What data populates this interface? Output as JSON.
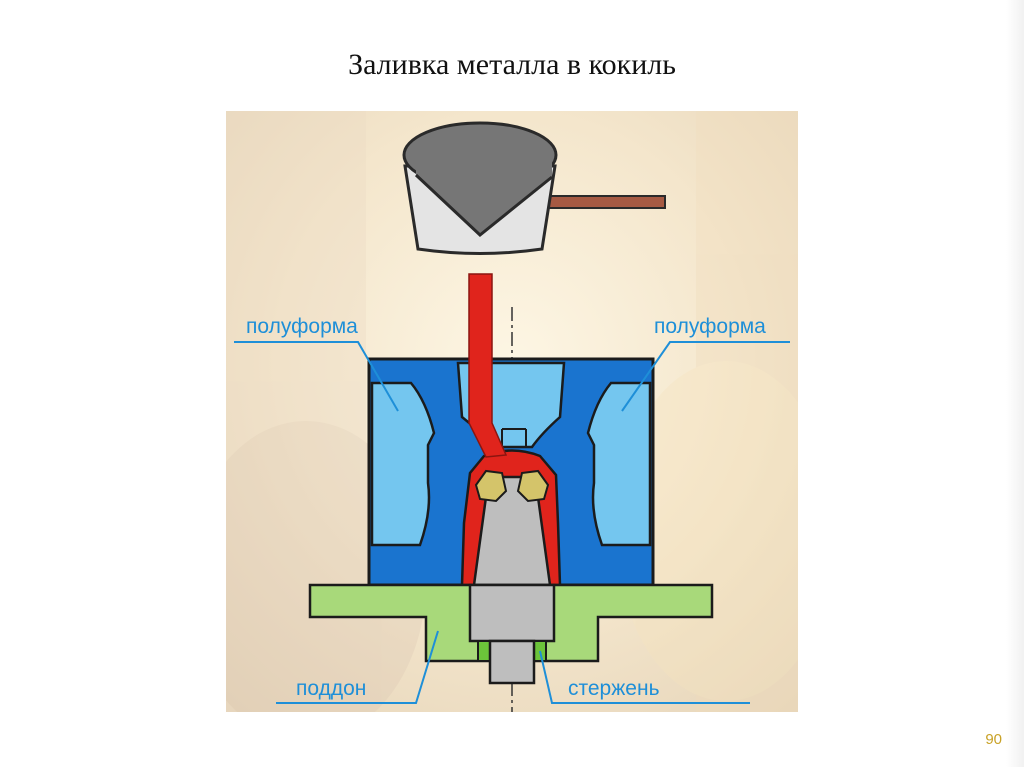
{
  "slide": {
    "title": "Заливка металла в кокиль",
    "page_number": "90"
  },
  "diagram": {
    "labels": {
      "half_mold_left": "полуформа",
      "half_mold_right": "полуформа",
      "base_plate": "поддон",
      "core": "стержень"
    },
    "colors": {
      "mold_dark": "#1a74cf",
      "mold_light": "#74c6ef",
      "molten_metal": "#e0241c",
      "pallet": "#a8d97a",
      "core_gray": "#bebebe",
      "cup_gray": "#767676",
      "label_blue": "#1e8fd8"
    }
  }
}
